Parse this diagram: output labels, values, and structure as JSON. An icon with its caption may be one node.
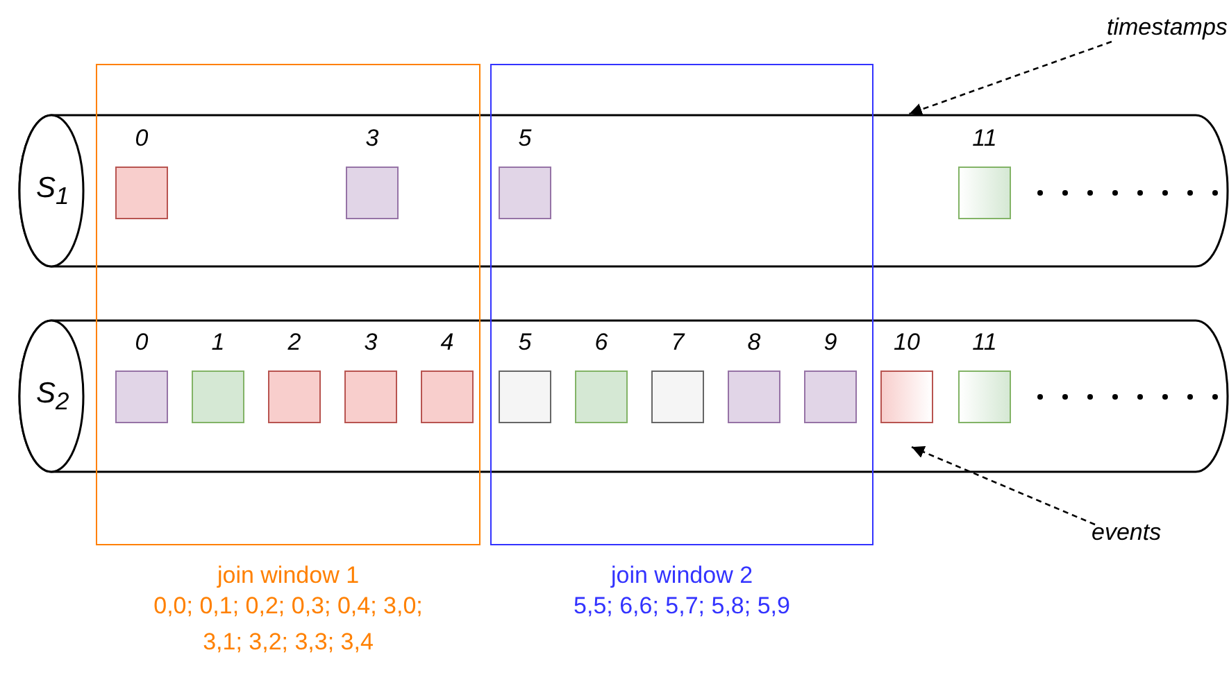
{
  "diagram": {
    "nodes": [
      {
        "text": [
          "timestamps"
        ]
      },
      {
        "text": [
          "join window 1",
          "0,0; 0,1; 0,2; 0,3; 0,4; 3,0; 3,1; 3,2; 3,3; 3,4"
        ]
      },
      {
        "text": [
          "join window 2",
          "5,5; 6,6; 5,7; 5,8; 5,9"
        ]
      },
      {
        "text": [
          "S$_{1}$"
        ]
      },
      {
        "text": [],
        "shape": "box"
      },
      {
        "text": [],
        "shape": "box"
      },
      {
        "text": [],
        "shape": "box"
      },
      {
        "text": [],
        "shape": "box",
        "in": 3
      },
      {
        "text": [
          "S$_{2}$"
        ]
      },
      {
        "text": [],
        "shape": "box"
      },
      {
        "text": [],
        "shape": "box"
      },
      {
        "text": [],
        "shape": "box"
      },
      {
        "text": [],
        "shape": "box"
      },
      {
        "text": [],
        "shape": "box"
      },
      {
        "text": [],
        "shape": "box"
      },
      {
        "text": [],
        "shape": "box"
      },
      {
        "text": [],
        "shape": "box"
      },
      {
        "text": [],
        "shape": "box"
      },
      {
        "text": [],
        "shape": "box"
      },
      {
        "text": [],
        "shape": "box",
        "in": 8
      },
      {
        "text": [],
        "shape": "box",
        "in": 8
      },
      {
        "text": [
          "events"
        ]
      }
    ],
    "edges": [
      {
        "from": 0,
        "to": 3,
        "arrow": "to",
        "style": "dashed"
      },
      {
        "from": 21,
        "to": 8,
        "arrow": "to",
        "style": "dashed"
      }
    ],
    "labels": [
      "0",
      "3",
      "5",
      "11",
      "0",
      "1",
      "2",
      "3",
      "4",
      "5",
      "6",
      "7",
      "8",
      "9",
      "10",
      "11"
    ]
  }
}
